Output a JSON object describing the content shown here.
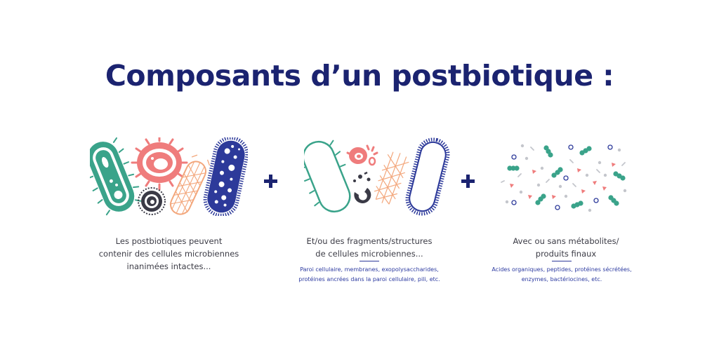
{
  "title": "Composants d’un postbiotique :",
  "colors": {
    "navy": "#1b2370",
    "green": "#3aa38a",
    "coral": "#ef7c7c",
    "peach": "#f3a77c",
    "blue": "#2d3a9a",
    "dark": "#3a3a46"
  },
  "columns": [
    {
      "caption": [
        "Les postbiotiques peuvent",
        "contenir des cellules microbiennes",
        "inanimées intactes..."
      ],
      "note": []
    },
    {
      "caption": [
        "Et/ou des fragments/structures",
        "de cellules microbiennes..."
      ],
      "note": [
        "Paroi cellulaire, membranes, exopolysaccharides,",
        "protéines ancrées dans la paroi cellulaire, pili, etc."
      ]
    },
    {
      "caption": [
        "Avec ou sans métabolites/",
        "produits finaux"
      ],
      "note": [
        "Acides organiques, peptides, protéines sécrétées,",
        "enzymes, bactériocines, etc."
      ]
    }
  ]
}
